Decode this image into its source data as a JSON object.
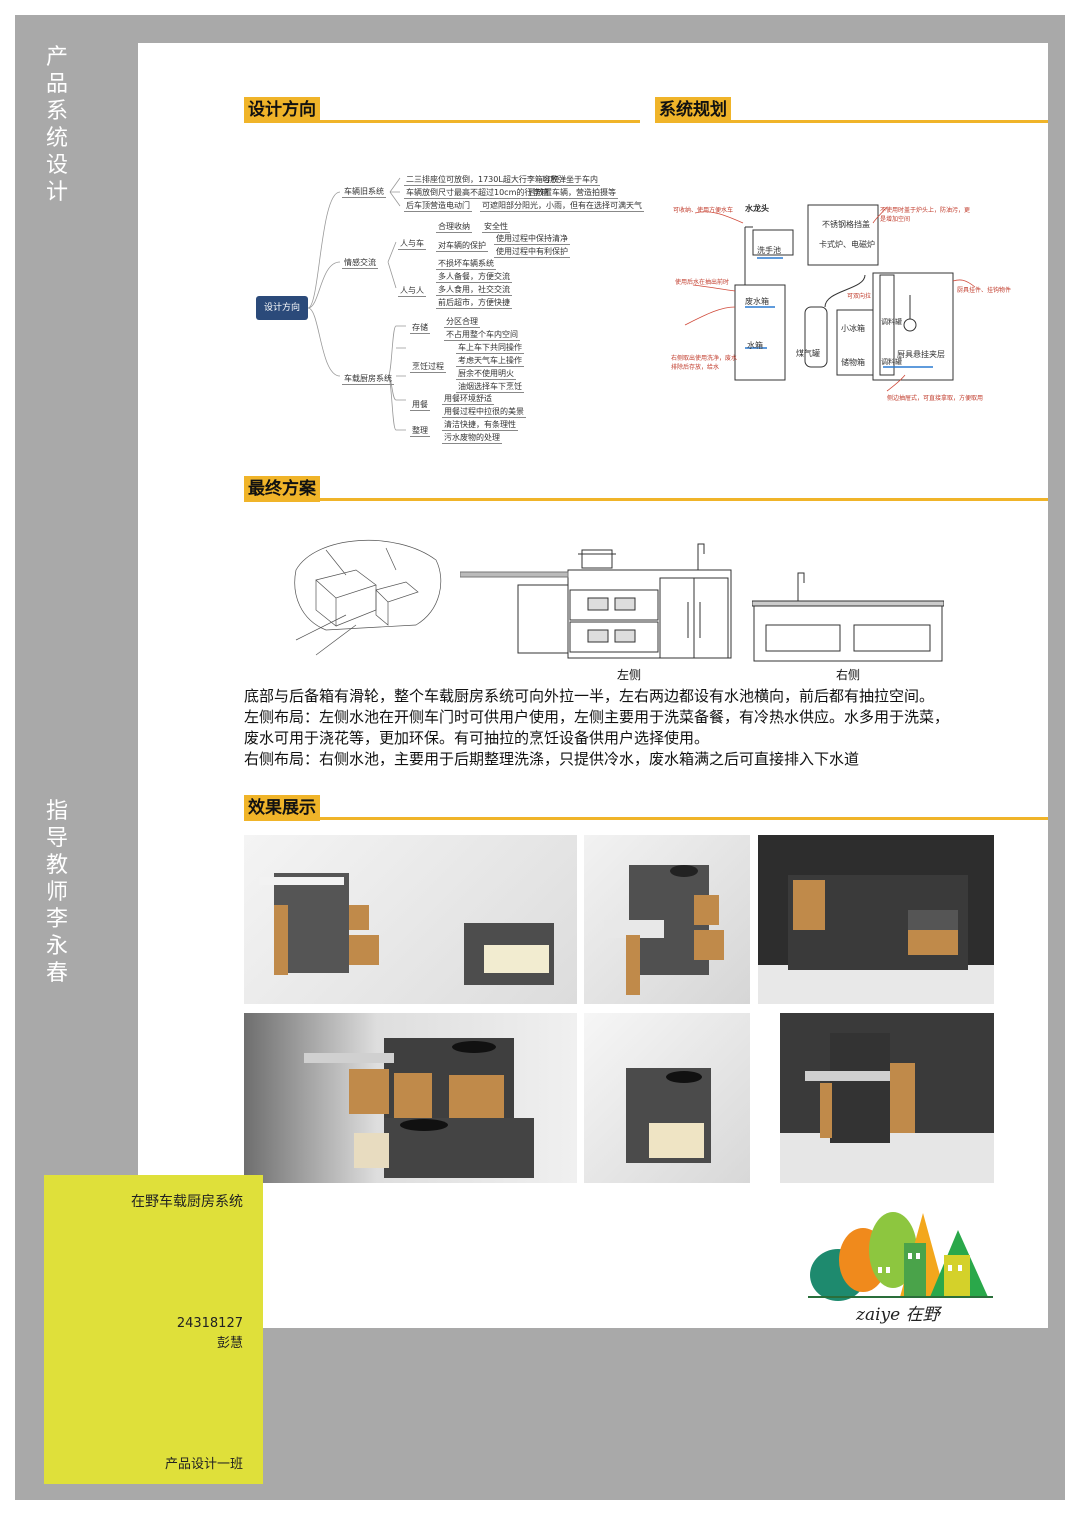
{
  "sidebar": {
    "vertical_title": "产品系统设计",
    "vertical_teacher": "指导教师李永春"
  },
  "info": {
    "project": "在野车载厨房系统",
    "student_id": "24318127",
    "student_name": "彭慧",
    "class": "产品设计一班"
  },
  "sections": {
    "design_direction": "设计方向",
    "system_plan": "系统规划",
    "final_plan": "最终方案",
    "effects": "效果展示"
  },
  "mindmap": {
    "root": "设计方向",
    "branches": [
      {
        "label": "车辆旧系统",
        "items": [
          "二三排座位可放倒，1730L超大行李箱容积",
          "可放弹坐于车内",
          "车辆放倒尺寸最高不超过10cm的行李箱",
          "后放置车辆，营造拍摄等",
          "后车顶营造电动门",
          "可遮阳部分阳光，小雨，但有在选择可满天气"
        ]
      },
      {
        "label": "情感交流",
        "sub": [
          {
            "label": "人与车",
            "items": [
              "合理收纳",
              "安全性",
              "对车辆的保护",
              "使用过程中保持清净",
              "使用过程中有利保护",
              "不损坏车辆系统"
            ]
          },
          {
            "label": "人与人",
            "items": [
              "多人备餐，方便交流",
              "多人食用，社交交流",
              "前后超市，方便快捷"
            ]
          }
        ]
      },
      {
        "label": "车载厨房系统",
        "sub": [
          {
            "label": "存储",
            "items": [
              "分区合理",
              "不占用整个车内空间"
            ]
          },
          {
            "label": "烹饪过程",
            "items": [
              "车上车下共同操作",
              "考虑天气车上操作",
              "厨余不使用明火",
              "油烟选择车下烹饪"
            ]
          },
          {
            "label": "用餐",
            "items": [
              "用餐环境舒适",
              "用餐过程中拉很的美景"
            ]
          },
          {
            "label": "整理",
            "items": [
              "清洁快捷，有条理性",
              "污水废物的处理"
            ]
          }
        ]
      }
    ]
  },
  "system_plan": {
    "labels": [
      "水龙头",
      "洗手池",
      "废水箱",
      "水箱",
      "煤气罐",
      "不锈钢格挡盖",
      "卡式炉、电磁炉",
      "小冰箱",
      "储物箱",
      "调料罐",
      "调料罐",
      "厨具悬挂夹层"
    ],
    "notes": [
      "可收纳、使用方便水车",
      "使用后水在抽出前时",
      "右侧取出使用洗净，废水排除后存放，给水",
      "不使用时盖于炉头上，防油污，更是增加空间",
      "可双向拉",
      "厨具挂件、挂钩物件",
      "侧边抽屉式，可直接拿取，方便取用"
    ]
  },
  "final_plan": {
    "caption_left": "左侧",
    "caption_right": "右侧",
    "paragraph": [
      "底部与后备箱有滑轮，整个车载厨房系统可向外拉一半，左右两边都设有水池横向，前后都有抽拉空间。",
      "左侧布局：左侧水池在开侧车门时可供用户使用，左侧主要用于洗菜备餐，有冷热水供应。水多用于洗菜，",
      "废水可用于浇花等，更加环保。有可抽拉的烹饪设备供用户选择使用。",
      "右侧布局：右侧水池，主要用于后期整理洗涤，只提供冷水，废水箱满之后可直接排入下水道"
    ]
  },
  "logo": {
    "text": "zaiye 在野",
    "colors": [
      "#1e8a6e",
      "#f08a1c",
      "#8dc63f",
      "#2aa84a",
      "#d4d12a"
    ]
  },
  "colors": {
    "accent": "#f0b429",
    "frame": "#a9a9a9",
    "info_panel": "#dfe03a"
  }
}
